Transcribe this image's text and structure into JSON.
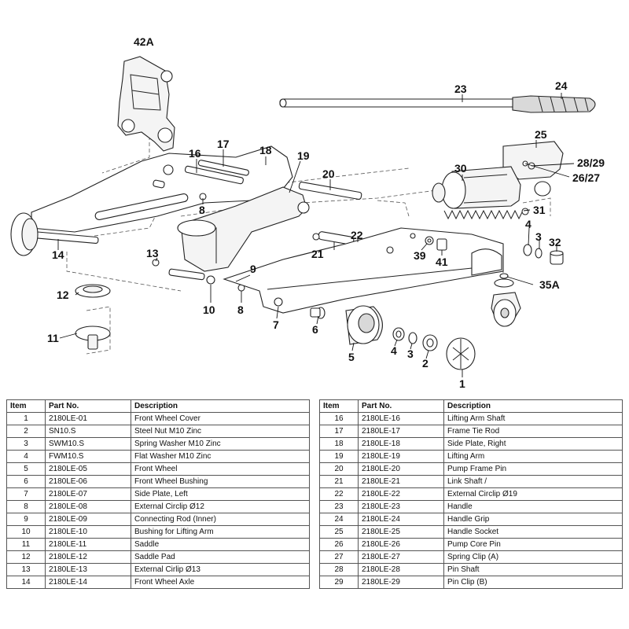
{
  "callouts": [
    "42A",
    "23",
    "24",
    "25",
    "28/29",
    "26/27",
    "30",
    "31",
    "17",
    "16",
    "18",
    "19",
    "20",
    "8",
    "22",
    "21",
    "39",
    "41",
    "4",
    "3",
    "32",
    "13",
    "14",
    "9",
    "35A",
    "12",
    "10",
    "8",
    "7",
    "6",
    "11",
    "5",
    "4",
    "3",
    "2",
    "1"
  ],
  "table_headers": {
    "item": "Item",
    "part_no": "Part No.",
    "description": "Description"
  },
  "parts_left": [
    {
      "item": "1",
      "part_no": "2180LE-01",
      "description": "Front Wheel Cover"
    },
    {
      "item": "2",
      "part_no": "SN10.S",
      "description": "Steel Nut M10 Zinc"
    },
    {
      "item": "3",
      "part_no": "SWM10.S",
      "description": "Spring Washer M10 Zinc"
    },
    {
      "item": "4",
      "part_no": "FWM10.S",
      "description": "Flat Washer M10 Zinc"
    },
    {
      "item": "5",
      "part_no": "2180LE-05",
      "description": "Front Wheel"
    },
    {
      "item": "6",
      "part_no": "2180LE-06",
      "description": "Front Wheel Bushing"
    },
    {
      "item": "7",
      "part_no": "2180LE-07",
      "description": "Side Plate, Left"
    },
    {
      "item": "8",
      "part_no": "2180LE-08",
      "description": "External Circlip Ø12"
    },
    {
      "item": "9",
      "part_no": "2180LE-09",
      "description": "Connecting Rod (Inner)"
    },
    {
      "item": "10",
      "part_no": "2180LE-10",
      "description": "Bushing for Lifting Arm"
    },
    {
      "item": "11",
      "part_no": "2180LE-11",
      "description": "Saddle"
    },
    {
      "item": "12",
      "part_no": "2180LE-12",
      "description": "Saddle Pad"
    },
    {
      "item": "13",
      "part_no": "2180LE-13",
      "description": "External Cirlip Ø13"
    },
    {
      "item": "14",
      "part_no": "2180LE-14",
      "description": "Front Wheel Axle"
    }
  ],
  "parts_right": [
    {
      "item": "16",
      "part_no": "2180LE-16",
      "description": "Lifting Arm Shaft"
    },
    {
      "item": "17",
      "part_no": "2180LE-17",
      "description": "Frame Tie Rod"
    },
    {
      "item": "18",
      "part_no": "2180LE-18",
      "description": "Side Plate, Right"
    },
    {
      "item": "19",
      "part_no": "2180LE-19",
      "description": "Lifting Arm"
    },
    {
      "item": "20",
      "part_no": "2180LE-20",
      "description": "Pump Frame Pin"
    },
    {
      "item": "21",
      "part_no": "2180LE-21",
      "description": "Link Shaft /"
    },
    {
      "item": "22",
      "part_no": "2180LE-22",
      "description": "External Circlip Ø19"
    },
    {
      "item": "23",
      "part_no": "2180LE-23",
      "description": "Handle"
    },
    {
      "item": "24",
      "part_no": "2180LE-24",
      "description": "Handle Grip"
    },
    {
      "item": "25",
      "part_no": "2180LE-25",
      "description": "Handle Socket"
    },
    {
      "item": "26",
      "part_no": "2180LE-26",
      "description": "Pump Core Pin"
    },
    {
      "item": "27",
      "part_no": "2180LE-27",
      "description": "Spring Clip (A)"
    },
    {
      "item": "28",
      "part_no": "2180LE-28",
      "description": "Pin Shaft"
    },
    {
      "item": "29",
      "part_no": "2180LE-29",
      "description": "Pin Clip (B)"
    }
  ]
}
